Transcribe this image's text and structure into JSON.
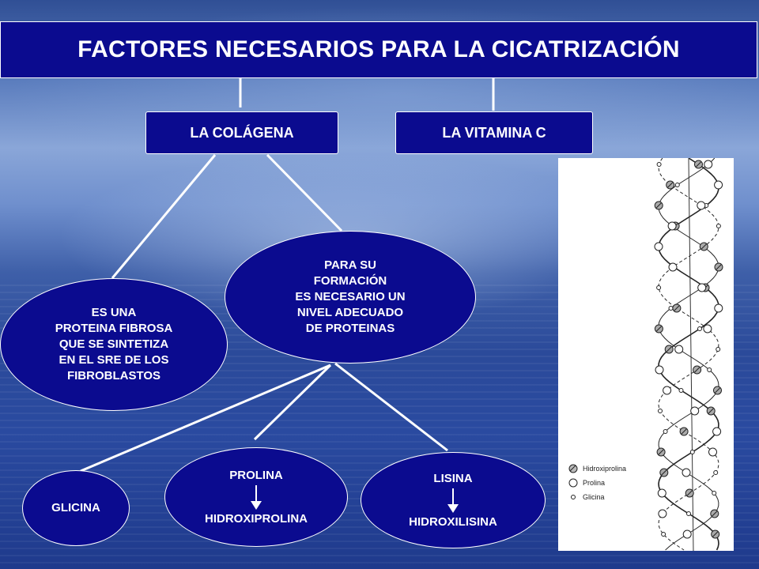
{
  "title": "FACTORES NECESARIOS PARA LA CICATRIZACIÓN",
  "nodes": {
    "colagena": "LA COLÁGENA",
    "vitamina_c": "LA VITAMINA C",
    "proteina_fibrosa": [
      "ES UNA",
      "PROTEINA FIBROSA",
      "QUE SE SINTETIZA",
      "EN EL SRE DE LOS",
      "FIBROBLASTOS"
    ],
    "formacion": [
      "PARA SU",
      "FORMACIÓN",
      "ES NECESARIO UN",
      "NIVEL ADECUADO",
      "DE PROTEINAS"
    ],
    "glicina": "GLICINA",
    "prolina": {
      "top": "PROLINA",
      "bottom": "HIDROXIPROLINA"
    },
    "lisina": {
      "top": "LISINA",
      "bottom": "HIDROXILISINA"
    }
  },
  "helix_legend": {
    "hidroxiprolina": "Hidroxiprolina",
    "prolina": "Prolina",
    "glicina": "Glicina"
  },
  "colors": {
    "node_fill": "#0b0b8f",
    "connector": "#ffffff"
  }
}
